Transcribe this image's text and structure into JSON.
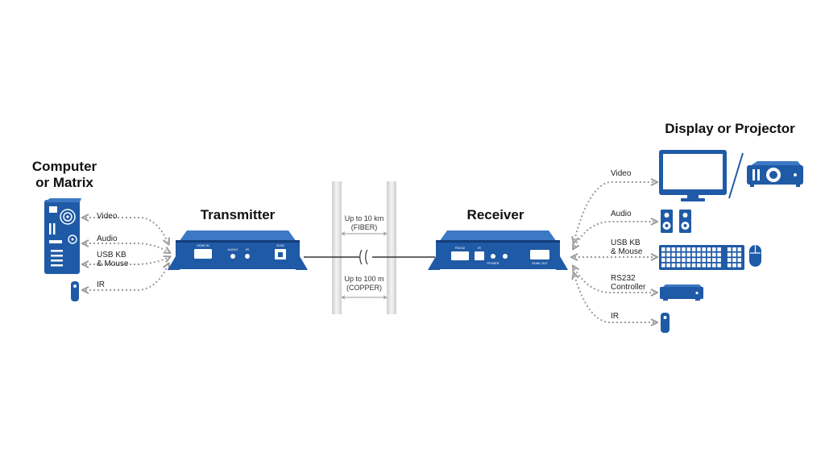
{
  "headers": {
    "computer": [
      "Computer",
      "or Matrix"
    ],
    "transmitter": "Transmitter",
    "receiver": "Receiver",
    "display": "Display or Projector"
  },
  "left_signals": {
    "video": "Video",
    "audio": "Audio",
    "usb": [
      "USB KB",
      "& Mouse"
    ],
    "ir": "IR"
  },
  "right_signals": {
    "video": "Video",
    "audio": "Audio",
    "usb": [
      "USB KB",
      "& Mouse"
    ],
    "rs232": [
      "RS232",
      "Controller"
    ],
    "ir": "IR"
  },
  "link": {
    "fiber": [
      "Up to 10 km",
      "(FIBER)"
    ],
    "copper": [
      "Up to 100 m",
      "(COPPER)"
    ]
  },
  "device_ports": {
    "tx": [
      "HDMI IN",
      "AUDIO",
      "IR",
      "RJ45"
    ],
    "rx": [
      "RS232",
      "IR",
      "POWER",
      "HDMI OUT"
    ]
  },
  "colors": {
    "device_blue": "#1f5aa6",
    "device_dark": "#123e7a",
    "arrow_gray": "#9a9a9a",
    "divider_gray": "#d6d6d6"
  },
  "icons": [
    "computer-tower-icon",
    "ir-remote-icon",
    "monitor-icon",
    "projector-icon",
    "speakers-icon",
    "keyboard-icon",
    "mouse-icon",
    "controller-box-icon"
  ]
}
